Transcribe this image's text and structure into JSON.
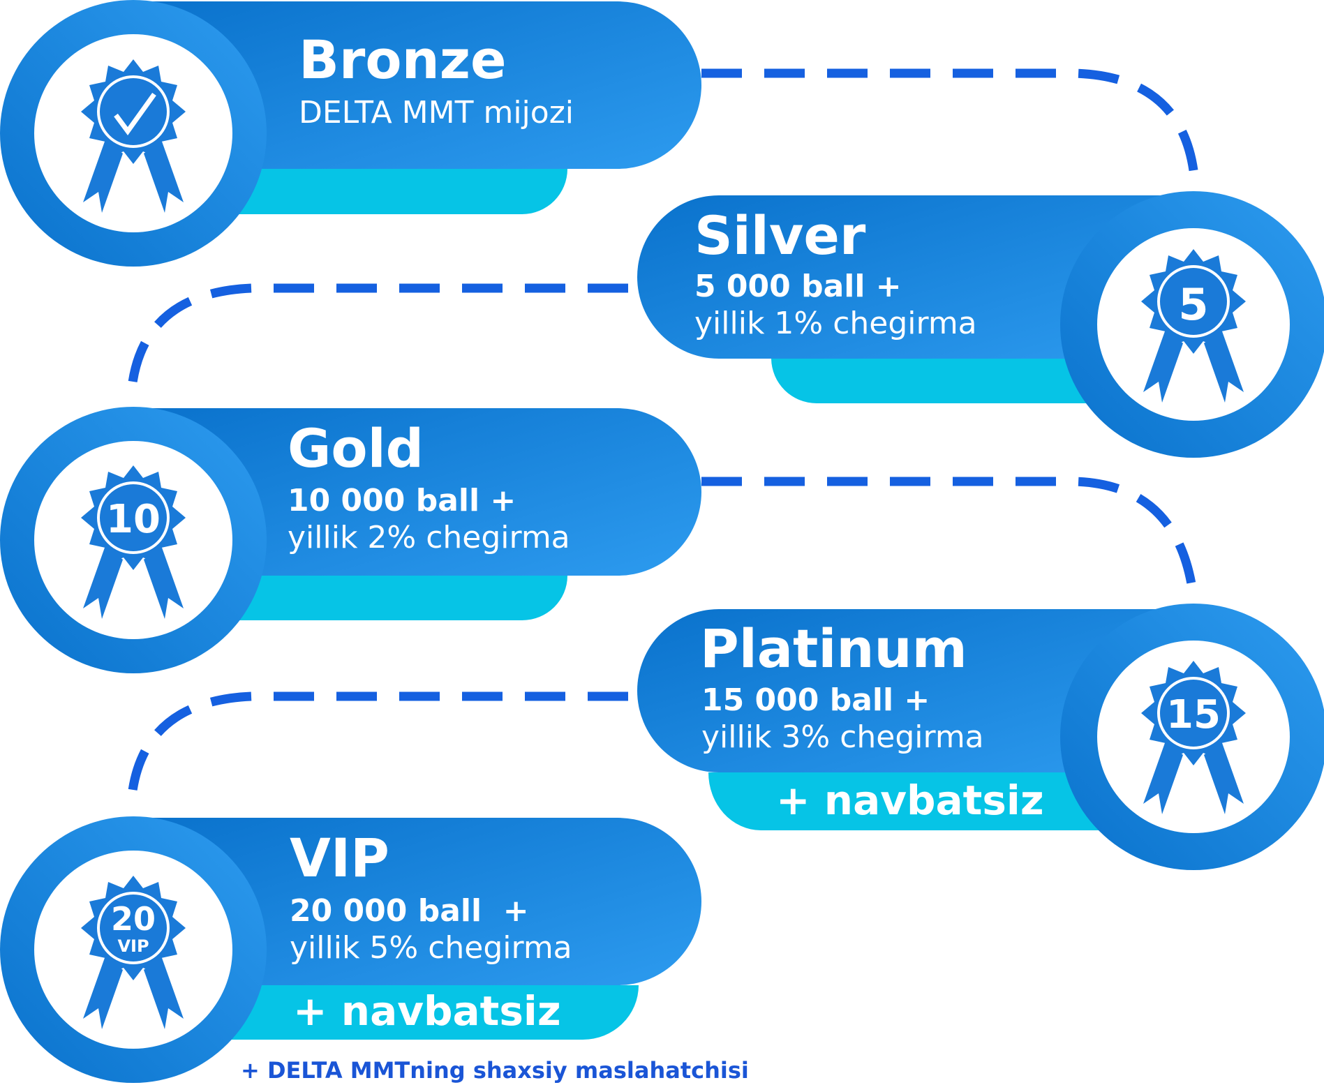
{
  "colors": {
    "bar_dark": "#0a72cc",
    "bar_light": "#2d9bef",
    "accent_cyan": "#06c4e6",
    "dash": "#1560e0",
    "footer_text": "#1a55d6"
  },
  "tiers": [
    {
      "name": "Bronze",
      "line1": "DELTA MMT mijozi",
      "line2": "",
      "extra": "",
      "icon": "rosette-check-icon"
    },
    {
      "name": "Silver",
      "line1": "5 000 ball +",
      "line2": "yillik 1% chegirma",
      "extra": "",
      "badge": "5",
      "icon": "rosette-5-icon"
    },
    {
      "name": "Gold",
      "line1": "10 000 ball +",
      "line2": "yillik 2% chegirma",
      "extra": "",
      "badge": "10",
      "icon": "rosette-10-icon"
    },
    {
      "name": "Platinum",
      "line1": "15 000 ball +",
      "line2": "yillik 3% chegirma",
      "extra": "+ navbatsiz",
      "badge": "15",
      "icon": "rosette-15-icon"
    },
    {
      "name": "VIP",
      "line1": "20 000 ball  +",
      "line2": "yillik 5% chegirma",
      "extra": "+ navbatsiz",
      "badge": "20",
      "badge_sub": "VIP",
      "icon": "rosette-20-vip-icon"
    }
  ],
  "footer": "+ DELTA MMTning shaxsiy maslahatchisi"
}
